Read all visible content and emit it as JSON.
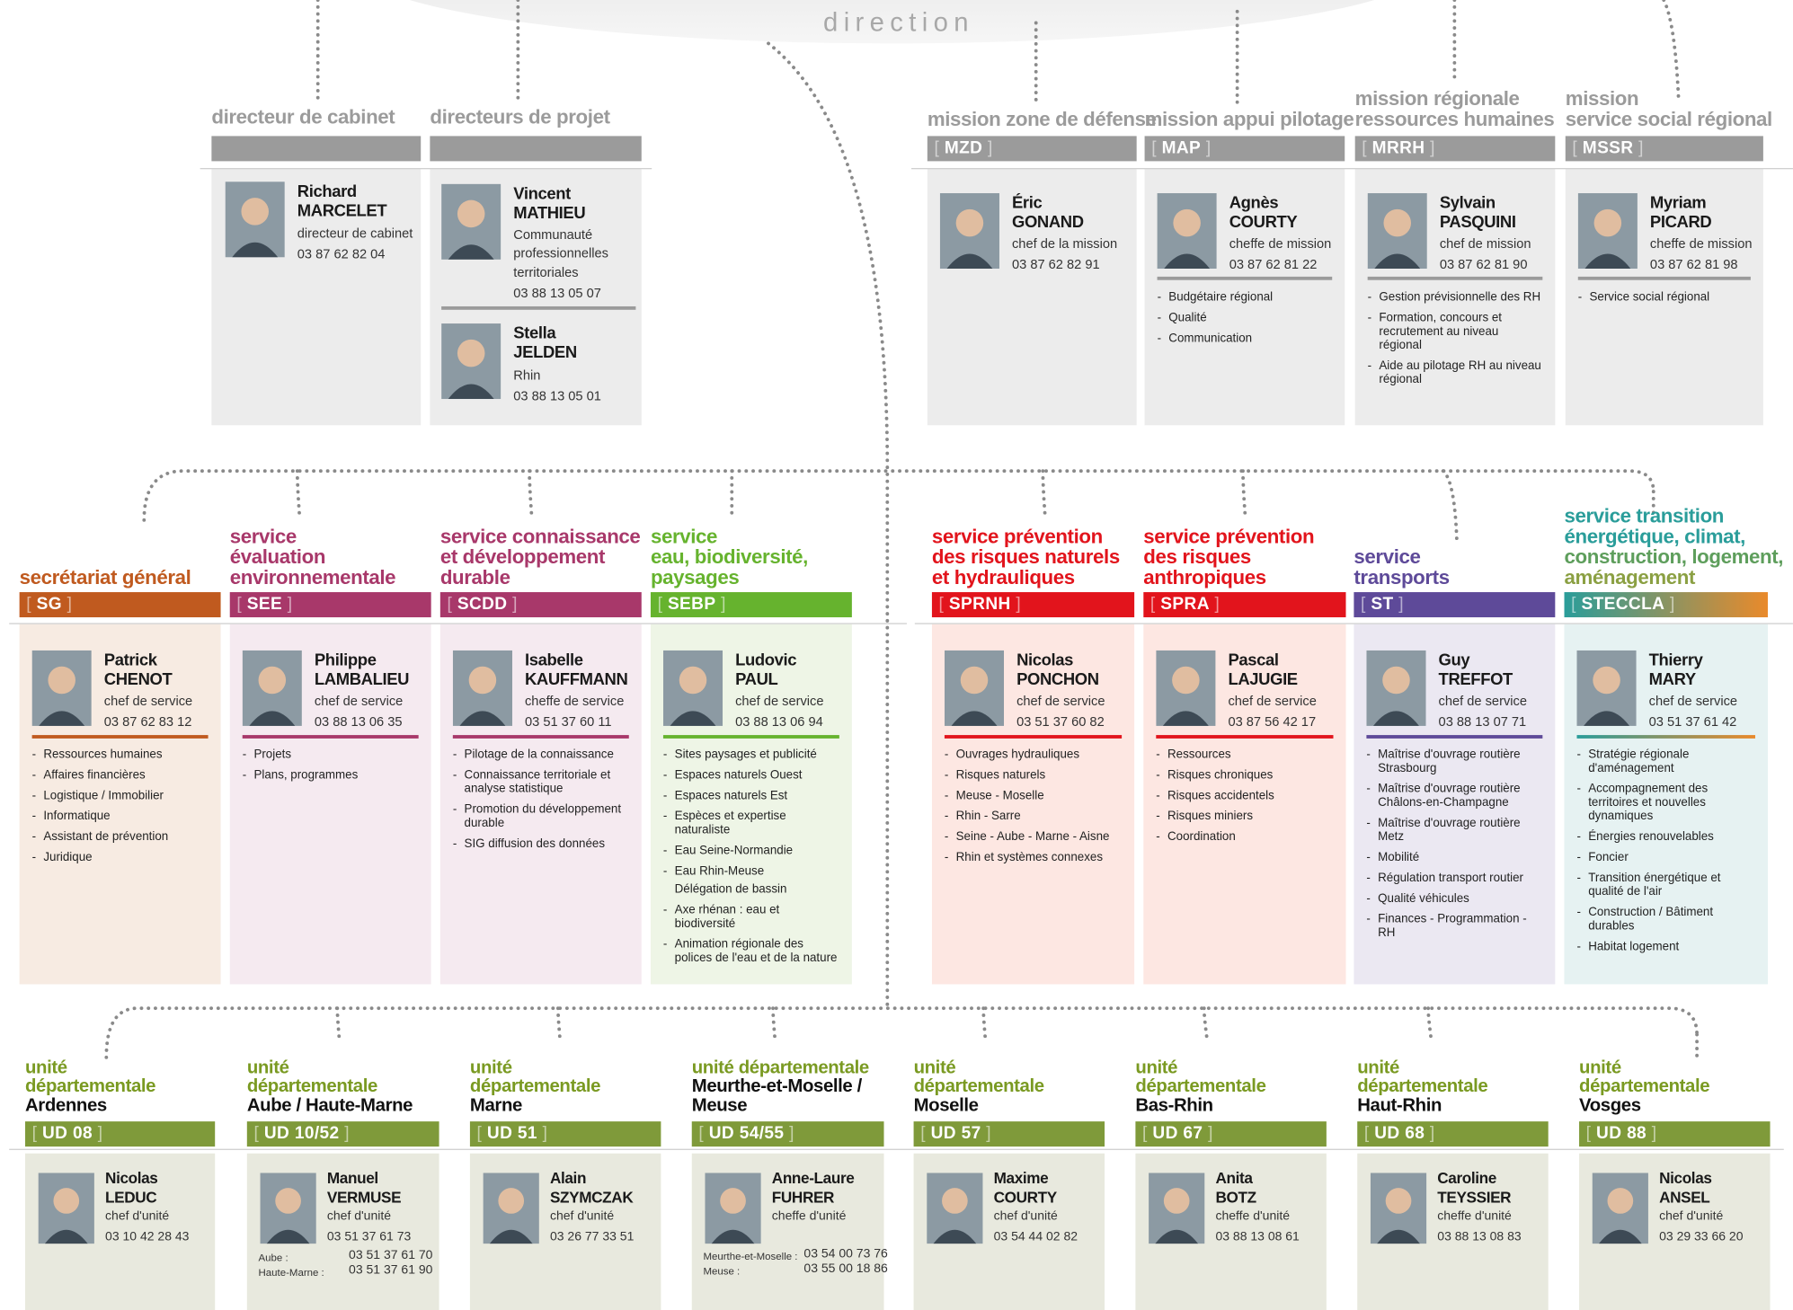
{
  "direction_label": "direction",
  "colors": {
    "grey_bar": "#9b9b9b",
    "grey_panel": "#ececec",
    "sg": "#c05a1f",
    "see": "#a8386a",
    "scdd": "#a8386a",
    "sebp": "#66b32e",
    "red": "#e2141c",
    "st": "#5e4a99",
    "ud": "#7f9a3a",
    "ud_text": "#7a9a22",
    "steccla_grad": [
      "#2a9d9a",
      "#e98a2b"
    ]
  },
  "top_left": [
    {
      "title": "directeur de cabinet",
      "people": [
        {
          "first": "Richard",
          "last": "MARCELET",
          "role": [
            "directeur de cabinet"
          ],
          "phone": "03 87 62 82 04"
        }
      ]
    },
    {
      "title": "directeurs de projet",
      "people": [
        {
          "first": "Vincent",
          "last": "MATHIEU",
          "role": [
            "Communauté",
            "professionnelles",
            "territoriales"
          ],
          "phone": "03 88 13 05 07"
        },
        {
          "first": "Stella",
          "last": "JELDEN",
          "role": [
            "Rhin"
          ],
          "phone": "03 88 13 05 01"
        }
      ]
    }
  ],
  "missions": [
    {
      "title": [
        "mission zone de défense"
      ],
      "code": "MZD",
      "person": {
        "first": "Éric",
        "last": "GONAND",
        "role": "chef de la mission",
        "phone": "03 87 62 82 91"
      },
      "items": []
    },
    {
      "title": [
        "mission appui pilotage"
      ],
      "code": "MAP",
      "person": {
        "first": "Agnès",
        "last": "COURTY",
        "role": "cheffe de mission",
        "phone": "03 87 62 81 22"
      },
      "items": [
        "Budgétaire régional",
        "Qualité",
        "Communication"
      ]
    },
    {
      "title": [
        "mission régionale",
        "ressources humaines"
      ],
      "code": "MRRH",
      "person": {
        "first": "Sylvain",
        "last": "PASQUINI",
        "role": "chef de mission",
        "phone": "03 87 62 81 90"
      },
      "items": [
        "Gestion prévisionnelle des RH",
        "Formation, concours et recrutement au niveau régional",
        "Aide au pilotage RH au niveau régional"
      ]
    },
    {
      "title": [
        "mission",
        "service social régional"
      ],
      "code": "MSSR",
      "person": {
        "first": "Myriam",
        "last": "PICARD",
        "role": "cheffe de mission",
        "phone": "03 87 62 81 98"
      },
      "items": [
        "Service social régional"
      ]
    }
  ],
  "services": [
    {
      "title": [
        "secrétariat général"
      ],
      "code": "SG",
      "person": {
        "first": "Patrick",
        "last": "CHENOT",
        "role": "chef de service",
        "phone": "03 87 62 83 12"
      },
      "items": [
        "Ressources humaines",
        "Affaires financières",
        "Logistique / Immobilier",
        "Informatique",
        "Assistant de prévention",
        "Juridique"
      ]
    },
    {
      "title": [
        "service",
        "évaluation",
        "environnementale"
      ],
      "code": "SEE",
      "person": {
        "first": "Philippe",
        "last": "LAMBALIEU",
        "role": "chef de service",
        "phone": "03 88 13 06 35"
      },
      "items": [
        "Projets",
        "Plans, programmes"
      ]
    },
    {
      "title": [
        "service connaissance",
        "et développement",
        "durable"
      ],
      "code": "SCDD",
      "person": {
        "first": "Isabelle",
        "last": "KAUFFMANN",
        "role": "cheffe de service",
        "phone": "03 51 37 60 11"
      },
      "items": [
        "Pilotage de la connaissance",
        "Connaissance territoriale et analyse statistique",
        "Promotion du développement durable",
        "SIG diffusion des données"
      ]
    },
    {
      "title": [
        "service",
        "eau, biodiversité,",
        "paysages"
      ],
      "code": "SEBP",
      "person": {
        "first": "Ludovic",
        "last": "PAUL",
        "role": "chef de service",
        "phone": "03 88 13 06 94"
      },
      "items": [
        "Sites paysages et publicité",
        "Espaces naturels Ouest",
        "Espaces naturels Est",
        "Espèces et expertise naturaliste",
        "Eau Seine-Normandie",
        "Eau Rhin-Meuse",
        "Axe rhénan : eau et biodiversité",
        "Animation régionale des polices de l'eau et de la nature"
      ],
      "sub_item": "Délégation de bassin"
    },
    {
      "title": [
        "service prévention",
        "des risques naturels",
        "et hydrauliques"
      ],
      "code": "SPRNH",
      "person": {
        "first": "Nicolas",
        "last": "PONCHON",
        "role": "chef de service",
        "phone": "03 51 37 60 82"
      },
      "items": [
        "Ouvrages hydrauliques",
        "Risques naturels",
        "Meuse - Moselle",
        "Rhin - Sarre",
        "Seine - Aube - Marne - Aisne",
        "Rhin et systèmes connexes"
      ]
    },
    {
      "title": [
        "service prévention",
        "des risques",
        "anthropiques"
      ],
      "code": "SPRA",
      "person": {
        "first": "Pascal",
        "last": "LAJUGIE",
        "role": "chef de service",
        "phone": "03 87 56 42 17"
      },
      "items": [
        "Ressources",
        "Risques chroniques",
        "Risques accidentels",
        "Risques miniers",
        "Coordination"
      ]
    },
    {
      "title": [
        "service",
        "transports"
      ],
      "code": "ST",
      "person": {
        "first": "Guy",
        "last": "TREFFOT",
        "role": "chef de service",
        "phone": "03 88 13 07 71"
      },
      "items": [
        "Maîtrise d'ouvrage routière Strasbourg",
        "Maîtrise d'ouvrage routière Châlons-en-Champagne",
        "Maîtrise d'ouvrage routière Metz",
        "Mobilité",
        "Régulation transport routier",
        "Qualité véhicules",
        "Finances - Programmation - RH"
      ]
    },
    {
      "title": [
        "service transition",
        "énergétique, climat,",
        "construction, logement,",
        "aménagement"
      ],
      "code": "STECCLA",
      "person": {
        "first": "Thierry",
        "last": "MARY",
        "role": "chef de service",
        "phone": "03 51 37 61 42"
      },
      "items": [
        "Stratégie régionale d'aménagement",
        "Accompagnement des territoires et nouvelles dynamiques",
        "Énergies renouvelables",
        "Foncier",
        "Transition énergétique et qualité de l'air",
        "Construction / Bâtiment durables",
        "Habitat logement"
      ]
    }
  ],
  "units": [
    {
      "title": [
        "unité",
        "départementale"
      ],
      "place": [
        "Ardennes"
      ],
      "code": "UD 08",
      "person": {
        "first": "Nicolas",
        "last": "LEDUC",
        "role": "chef d'unité",
        "phones": [
          [
            "",
            "03 10 42 28 43"
          ]
        ]
      }
    },
    {
      "title": [
        "unité",
        "départementale"
      ],
      "place": [
        "Aube / Haute-Marne"
      ],
      "code": "UD 10/52",
      "person": {
        "first": "Manuel",
        "last": "VERMUSE",
        "role": "chef d'unité",
        "phones": [
          [
            "",
            "03 51 37 61 73"
          ],
          [
            "Aube :",
            "03 51 37 61 70"
          ],
          [
            "Haute-Marne :",
            "03 51 37 61 90"
          ]
        ]
      }
    },
    {
      "title": [
        "unité",
        "départementale"
      ],
      "place": [
        "Marne"
      ],
      "code": "UD 51",
      "person": {
        "first": "Alain",
        "last": "SZYMCZAK",
        "role": "chef d'unité",
        "phones": [
          [
            "",
            "03 26 77 33 51"
          ]
        ]
      }
    },
    {
      "title": [
        "unité départementale"
      ],
      "place": [
        "Meurthe-et-Moselle /",
        "Meuse"
      ],
      "code": "UD 54/55",
      "person": {
        "first": "Anne-Laure",
        "last": "FUHRER",
        "role": "cheffe d'unité",
        "phones": [
          [
            "Meurthe-et-Moselle :",
            "03 54 00 73 76"
          ],
          [
            "Meuse :",
            "03 55 00 18 86"
          ]
        ]
      }
    },
    {
      "title": [
        "unité",
        "départementale"
      ],
      "place": [
        "Moselle"
      ],
      "code": "UD 57",
      "person": {
        "first": "Maxime",
        "last": "COURTY",
        "role": "chef d'unité",
        "phones": [
          [
            "",
            "03 54 44 02 82"
          ]
        ]
      }
    },
    {
      "title": [
        "unité",
        "départementale"
      ],
      "place": [
        "Bas-Rhin"
      ],
      "code": "UD 67",
      "person": {
        "first": "Anita",
        "last": "BOTZ",
        "role": "cheffe d'unité",
        "phones": [
          [
            "",
            "03 88 13 08 61"
          ]
        ]
      }
    },
    {
      "title": [
        "unité",
        "départementale"
      ],
      "place": [
        "Haut-Rhin"
      ],
      "code": "UD 68",
      "person": {
        "first": "Caroline",
        "last": "TEYSSIER",
        "role": "cheffe d'unité",
        "phones": [
          [
            "",
            "03 88 13 08 83"
          ]
        ]
      }
    },
    {
      "title": [
        "unité",
        "départementale"
      ],
      "place": [
        "Vosges"
      ],
      "code": "UD 88",
      "person": {
        "first": "Nicolas",
        "last": "ANSEL",
        "role": "chef d'unité",
        "phones": [
          [
            "",
            "03 29 33 66 20"
          ]
        ]
      }
    }
  ]
}
